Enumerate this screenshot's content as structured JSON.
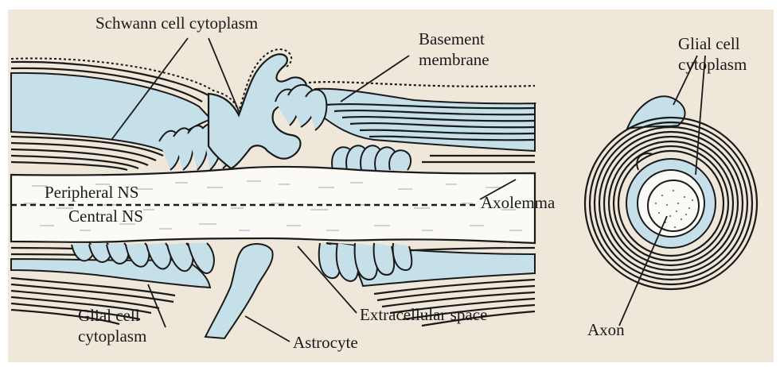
{
  "colors": {
    "panel": "#efe7da",
    "cytoplasm": "#c5e0e9",
    "axon_fill": "#fbfaf7",
    "line": "#1a1a1a"
  },
  "labels": {
    "schwann": "Schwann cell cytoplasm",
    "basement_1": "Basement",
    "basement_2": "membrane",
    "glial_top_1": "Glial cell",
    "glial_top_2": "cytoplasm",
    "peripheral": "Peripheral NS",
    "central": "Central NS",
    "axolemma": "Axolemma",
    "glial_bottom_1": "Glial cell",
    "glial_bottom_2": "cytoplasm",
    "astrocyte": "Astrocyte",
    "extracellular": "Extracellular space",
    "axon": "Axon"
  }
}
